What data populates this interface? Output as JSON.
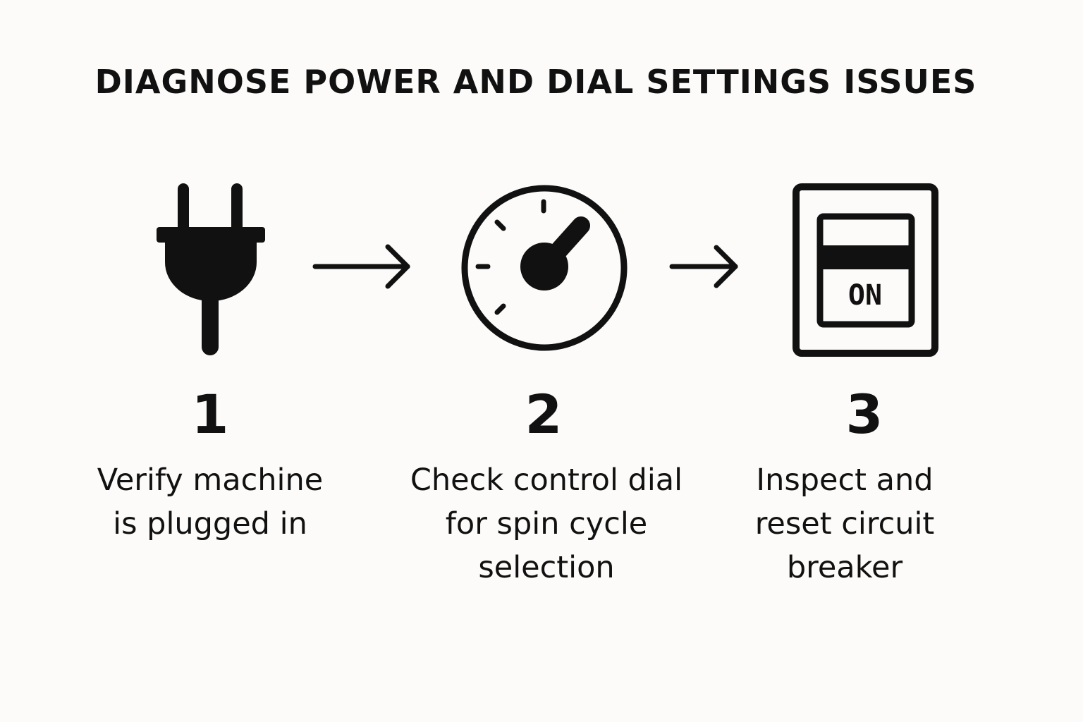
{
  "title": "DIAGNOSE POWER AND DIAL SETTINGS ISSUES",
  "steps": [
    {
      "number": "1",
      "label": "Verify machine\nis plugged in",
      "icon": "power-plug-icon"
    },
    {
      "number": "2",
      "label": "Check control dial\nfor spin cycle\nselection",
      "icon": "control-dial-icon"
    },
    {
      "number": "3",
      "label": "Inspect and\nreset circuit\nbreaker",
      "icon": "circuit-breaker-icon",
      "icon_text": "ON"
    }
  ],
  "connectors": [
    "arrow-right-icon",
    "arrow-right-icon"
  ],
  "colors": {
    "background": "#fcfbf9",
    "ink": "#111111"
  }
}
